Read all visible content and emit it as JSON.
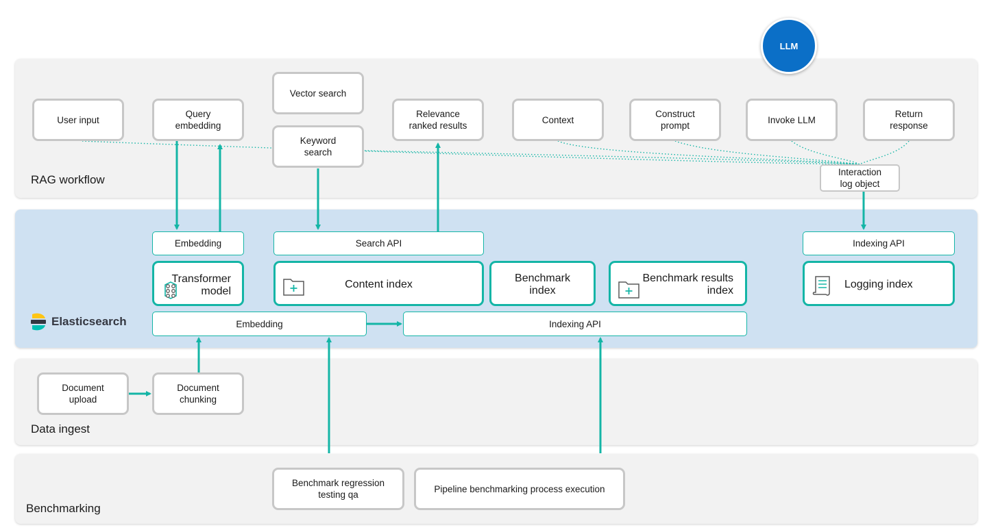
{
  "panels": {
    "rag": "RAG workflow",
    "elastic": "Elasticsearch",
    "ingest": "Data ingest",
    "bench": "Benchmarking"
  },
  "llm": "LLM",
  "rag_steps": {
    "user_input": "User input",
    "query_embedding": "Query\nembedding",
    "vector_search": "Vector search",
    "keyword_search": "Keyword\nsearch",
    "relevance": "Relevance\nranked results",
    "context": "Context",
    "construct_prompt": "Construct\nprompt",
    "invoke_llm": "Invoke LLM",
    "return_response": "Return\nresponse",
    "interaction_log": "Interaction\nlog object"
  },
  "apis": {
    "embedding_top": "Embedding",
    "search_api": "Search API",
    "indexing_api_top": "Indexing API",
    "embedding_bottom": "Embedding",
    "indexing_api_bottom": "Indexing API"
  },
  "indices": {
    "transformer": "Transformer\nmodel",
    "content": "Content index",
    "benchmark": "Benchmark\nindex",
    "benchmark_results": "Benchmark results\nindex",
    "logging": "Logging index"
  },
  "ingest_steps": {
    "document_upload": "Document\nupload",
    "document_chunking": "Document\nchunking"
  },
  "bench_steps": {
    "regression": "Benchmark regression\ntesting qa",
    "pipeline": "Pipeline benchmarking process execution"
  },
  "colors": {
    "teal": "#14b5a6",
    "llm_blue": "#0b6fc7",
    "elastic_panel": "#cfe1f2",
    "gray_panel": "#f2f2f2"
  },
  "icons": {
    "transformer": "model-icon",
    "content": "folder-plus-icon",
    "benchmark_results": "folder-plus-icon",
    "logging": "scroll-icon",
    "brand": "elasticsearch-logo-icon"
  }
}
